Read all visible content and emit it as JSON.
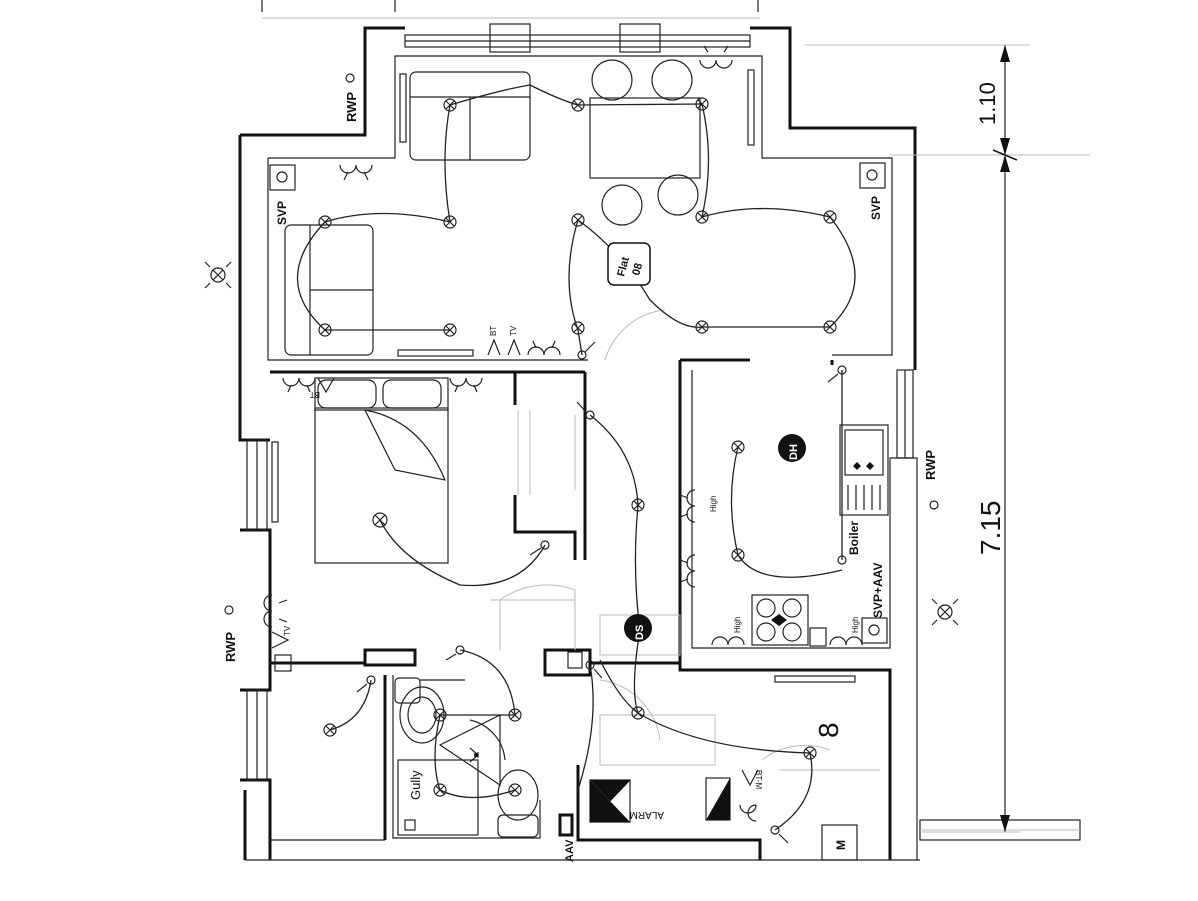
{
  "labels": {
    "rwp": "RWP",
    "svp": "SVP",
    "svp_aav": "SVP+AAV",
    "flat": "Flat",
    "flat_number": "08",
    "unit_number": "8",
    "dh": "DH",
    "ds": "DS",
    "boiler": "Boiler",
    "high": "High",
    "gully": "Gully",
    "alarm": "ALARM",
    "bt": "BT",
    "tv": "TV",
    "bt_m": "BT-M",
    "aav": "AAV",
    "m": "M"
  },
  "dimensions": {
    "small": "1.10",
    "large": "7.15"
  },
  "colors": {
    "ink": "#111111",
    "paper": "#ffffff",
    "symbol_fill": "#111111"
  }
}
